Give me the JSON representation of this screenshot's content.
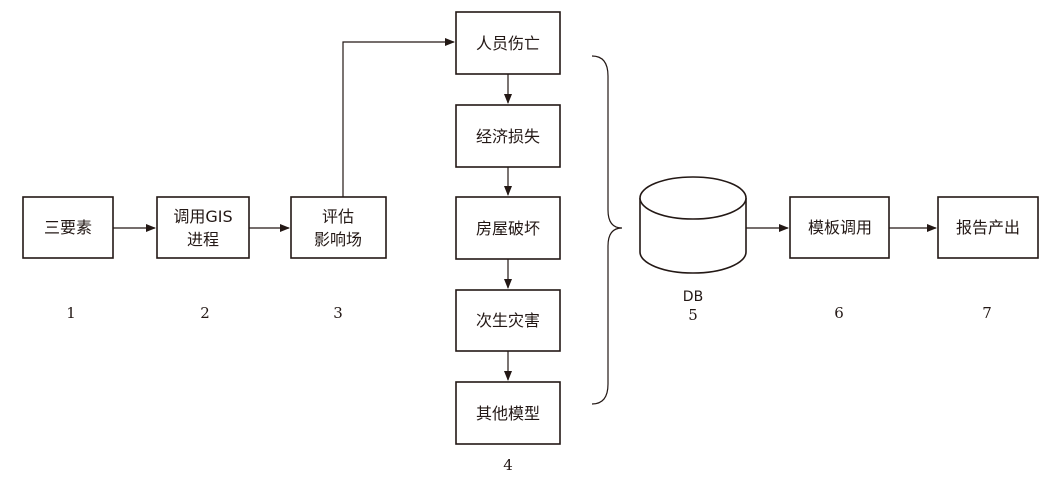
{
  "nodes": {
    "n1": {
      "lines": [
        "三要素"
      ]
    },
    "n2": {
      "lines": [
        "调用GIS",
        "进程"
      ]
    },
    "n3": {
      "lines": [
        "评估",
        "影响场"
      ]
    },
    "m1": {
      "lines": [
        "人员伤亡"
      ]
    },
    "m2": {
      "lines": [
        "经济损失"
      ]
    },
    "m3": {
      "lines": [
        "房屋破坏"
      ]
    },
    "m4": {
      "lines": [
        "次生灾害"
      ]
    },
    "m5": {
      "lines": [
        "其他模型"
      ]
    },
    "db": {
      "label": "DB"
    },
    "n6": {
      "lines": [
        "模板调用"
      ]
    },
    "n7": {
      "lines": [
        "报告产出"
      ]
    }
  },
  "step_numbers": [
    "1",
    "2",
    "3",
    "4",
    "5",
    "6",
    "7"
  ],
  "colors": {
    "stroke": "#231815",
    "background": "#ffffff"
  }
}
